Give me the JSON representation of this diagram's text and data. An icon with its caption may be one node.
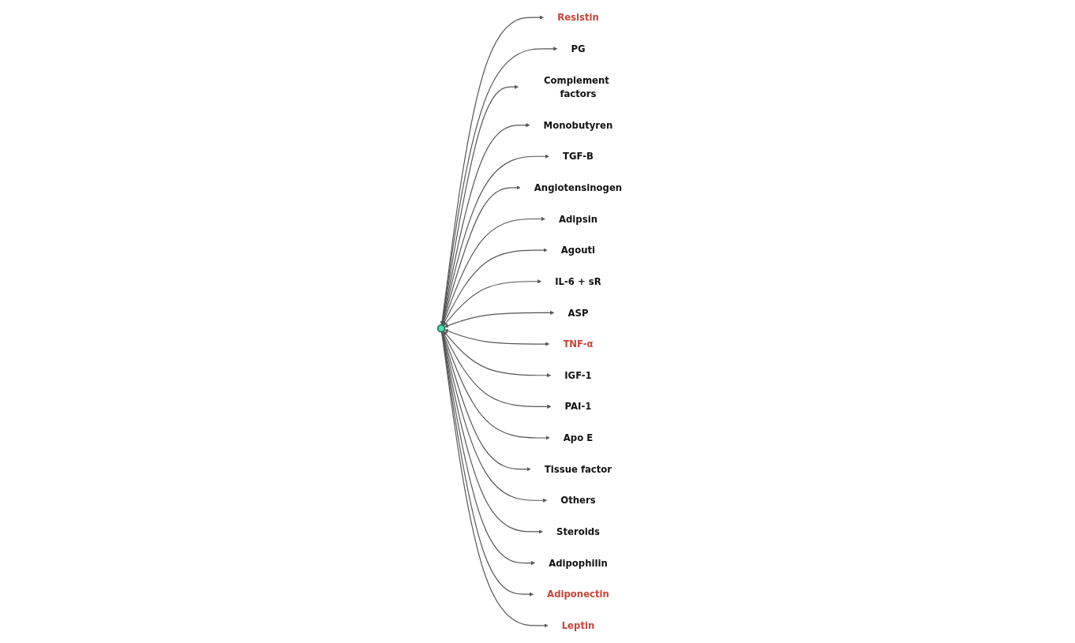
{
  "diagram": {
    "nodes": [
      {
        "text": [],
        "shape": "circle"
      },
      {
        "text": [
          "Resistin"
        ]
      },
      {
        "text": [
          "PG"
        ]
      },
      {
        "text": [
          "Complement factors"
        ]
      },
      {
        "text": [
          "Monobutyren"
        ]
      },
      {
        "text": [
          "TGF-B"
        ]
      },
      {
        "text": [
          "Angiotensinogen"
        ]
      },
      {
        "text": [
          "Adipsin"
        ]
      },
      {
        "text": [
          "Agouti"
        ]
      },
      {
        "text": [
          "IL-6 + sR"
        ]
      },
      {
        "text": [
          "ASP"
        ]
      },
      {
        "text": [
          "TNF-α"
        ]
      },
      {
        "text": [
          "IGF-1"
        ]
      },
      {
        "text": [
          "PAI-1"
        ]
      },
      {
        "text": [
          "Apo E"
        ]
      },
      {
        "text": [
          "Tissue factor"
        ]
      },
      {
        "text": [
          "Others"
        ]
      },
      {
        "text": [
          "Steroids"
        ]
      },
      {
        "text": [
          "Adipophilin"
        ]
      },
      {
        "text": [
          "Adiponectin"
        ]
      },
      {
        "text": [
          "Leptin"
        ]
      }
    ],
    "edges": [
      {
        "from": 0,
        "to": 1,
        "arrow": "both"
      },
      {
        "from": 0,
        "to": 2,
        "arrow": "both"
      },
      {
        "from": 0,
        "to": 3,
        "arrow": "to"
      },
      {
        "from": 0,
        "to": 4,
        "arrow": "to"
      },
      {
        "from": 0,
        "to": 5,
        "arrow": "to"
      },
      {
        "from": 0,
        "to": 6,
        "arrow": "to"
      },
      {
        "from": 0,
        "to": 7,
        "arrow": "to"
      },
      {
        "from": 0,
        "to": 8,
        "arrow": "both"
      },
      {
        "from": 0,
        "to": 9,
        "arrow": "both"
      },
      {
        "from": 0,
        "to": 10,
        "arrow": "both"
      },
      {
        "from": 0,
        "to": 11,
        "arrow": "both"
      },
      {
        "from": 0,
        "to": 12,
        "arrow": "both"
      },
      {
        "from": 0,
        "to": 13,
        "arrow": "to"
      },
      {
        "from": 0,
        "to": 14,
        "arrow": "to"
      },
      {
        "from": 0,
        "to": 15,
        "arrow": "to"
      },
      {
        "from": 0,
        "to": 16,
        "arrow": "to"
      },
      {
        "from": 0,
        "to": 17,
        "arrow": "to"
      },
      {
        "from": 0,
        "to": 18,
        "arrow": "to"
      },
      {
        "from": 0,
        "to": 19,
        "arrow": "to"
      },
      {
        "from": 0,
        "to": 20,
        "arrow": "to"
      }
    ]
  }
}
